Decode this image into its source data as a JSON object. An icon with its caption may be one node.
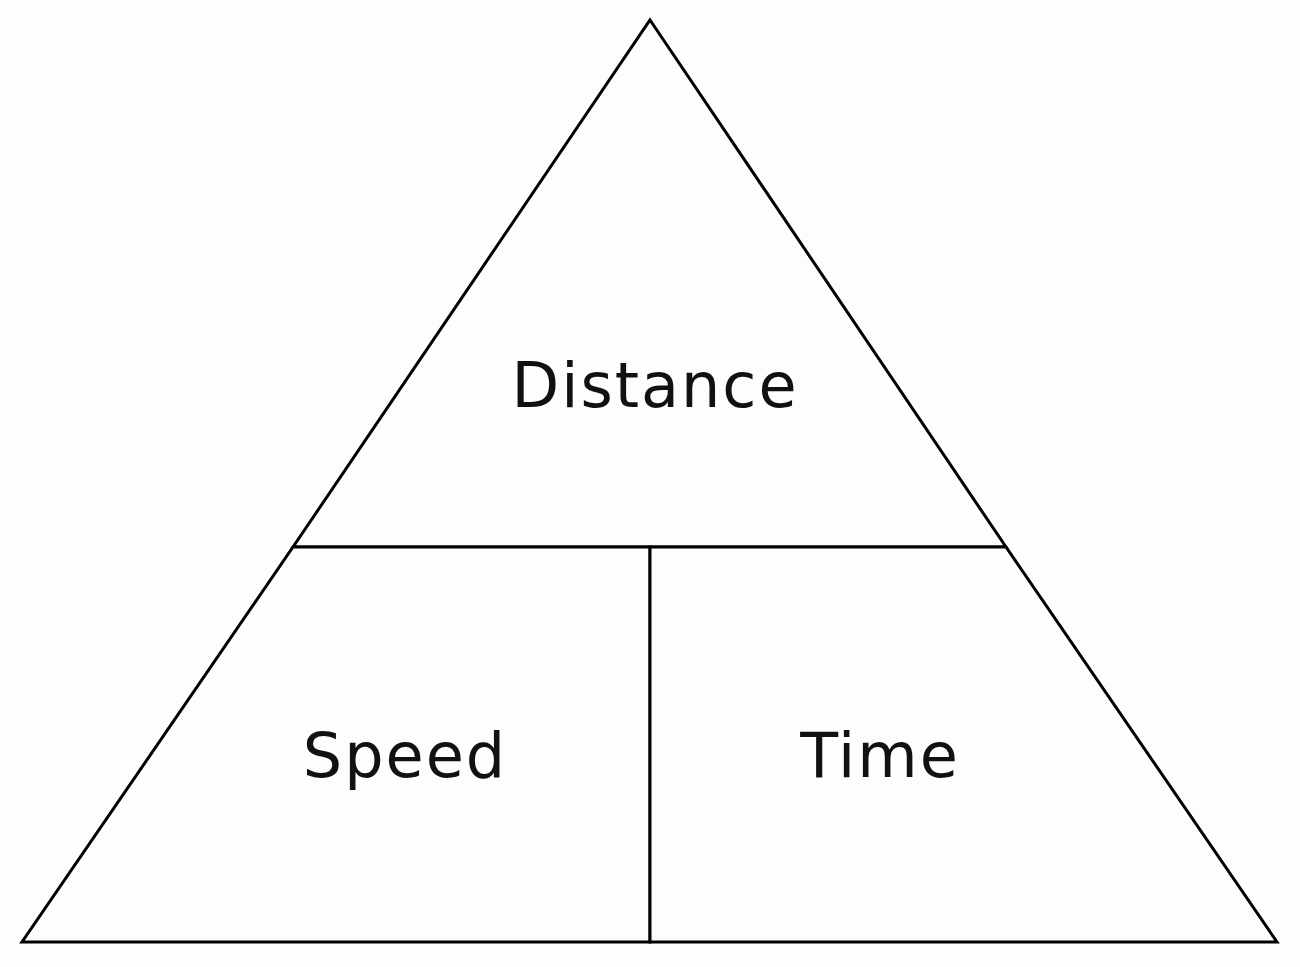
{
  "diagram": {
    "nodes": [
      {
        "text": [
          "Distance"
        ]
      },
      {
        "text": [
          "Speed"
        ]
      },
      {
        "text": [
          "Time"
        ]
      }
    ],
    "edges": []
  }
}
